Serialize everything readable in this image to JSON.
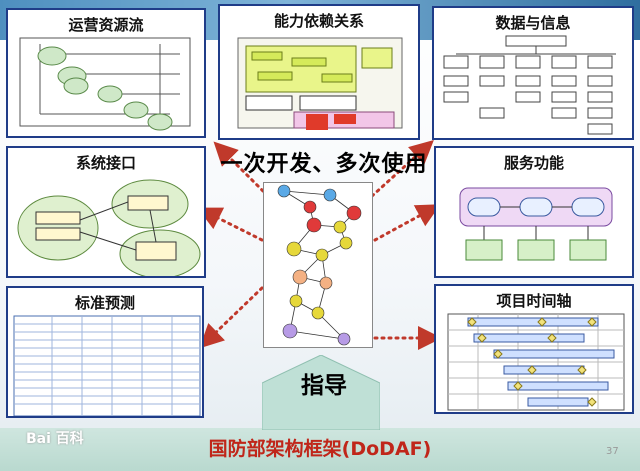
{
  "center": {
    "slogan": "一次开发、多次使用",
    "guide_label": "指导"
  },
  "base": {
    "framework_title": "国防部架构框架(DoDAF)"
  },
  "panels": {
    "operational_resource_flow": "运营资源流",
    "capability_dependency": "能力依赖关系",
    "data_information": "数据与信息",
    "system_interface": "系统接口",
    "service_function": "服务功能",
    "standard_forecast": "标准预测",
    "project_timeline": "项目时间轴"
  },
  "watermark": "Bai 百科",
  "page_number": "37",
  "colors": {
    "panel_border": "#1f3c88",
    "arrow": "#c0392b",
    "base_band": "#b9d9cf",
    "base_text": "#c0261a"
  }
}
